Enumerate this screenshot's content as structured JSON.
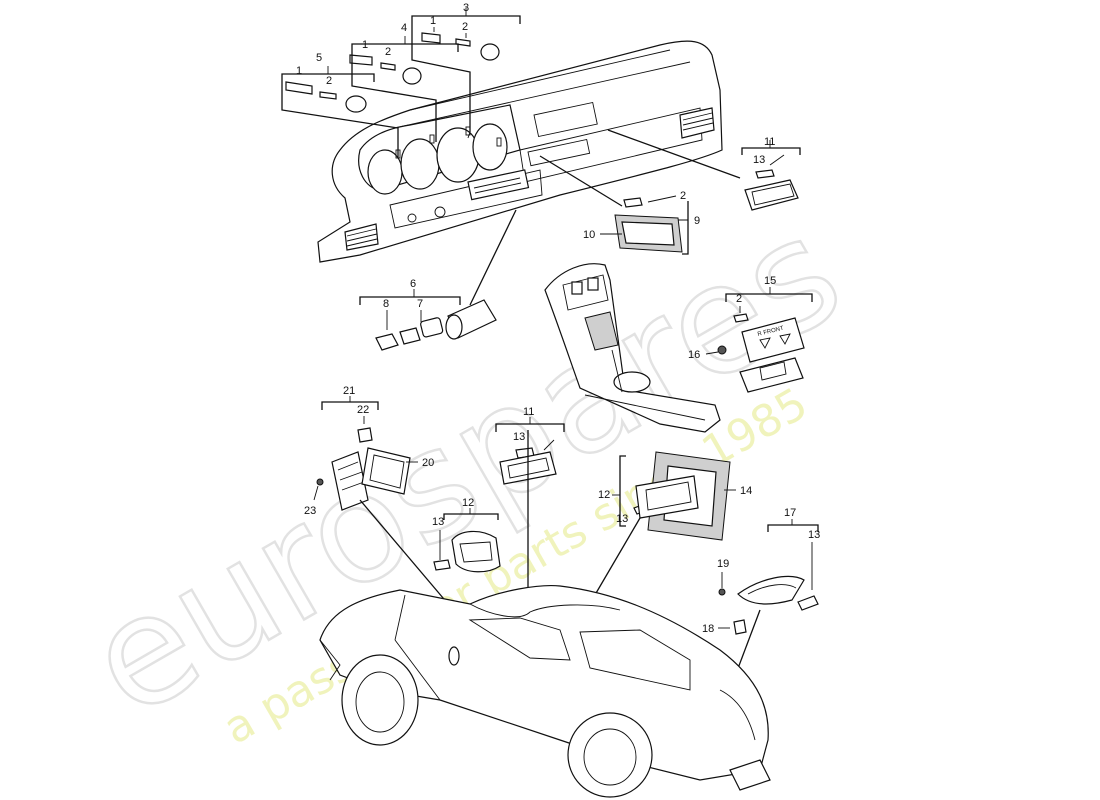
{
  "watermark": {
    "brand": "eurospares",
    "tagline": "a passion for parts since 1985",
    "tagline_color": "#e6ec8e",
    "brand_color": "#dcdcdc"
  },
  "callouts": {
    "c3": "3",
    "c4": "4",
    "c5": "5",
    "c3_1": "1",
    "c3_2": "2",
    "c4_1": "1",
    "c4_2": "2",
    "c5_1": "1",
    "c5_2": "2",
    "c11_top": "11",
    "c13_top": "13",
    "c2_mid": "2",
    "c9": "9",
    "c10": "10",
    "c6": "6",
    "c8": "8",
    "c7": "7",
    "c15": "15",
    "c2_right": "2",
    "c16": "16",
    "c21": "21",
    "c22": "22",
    "c20": "20",
    "c23": "23",
    "c11_mid": "11",
    "c13_mid": "13",
    "c12_right": "12",
    "c13_right": "13",
    "c14": "14",
    "c12_left": "12",
    "c13_left": "13",
    "c17": "17",
    "c19": "19",
    "c13_far": "13",
    "c18": "18"
  },
  "switch_panel": {
    "line1": "R FRONT"
  }
}
